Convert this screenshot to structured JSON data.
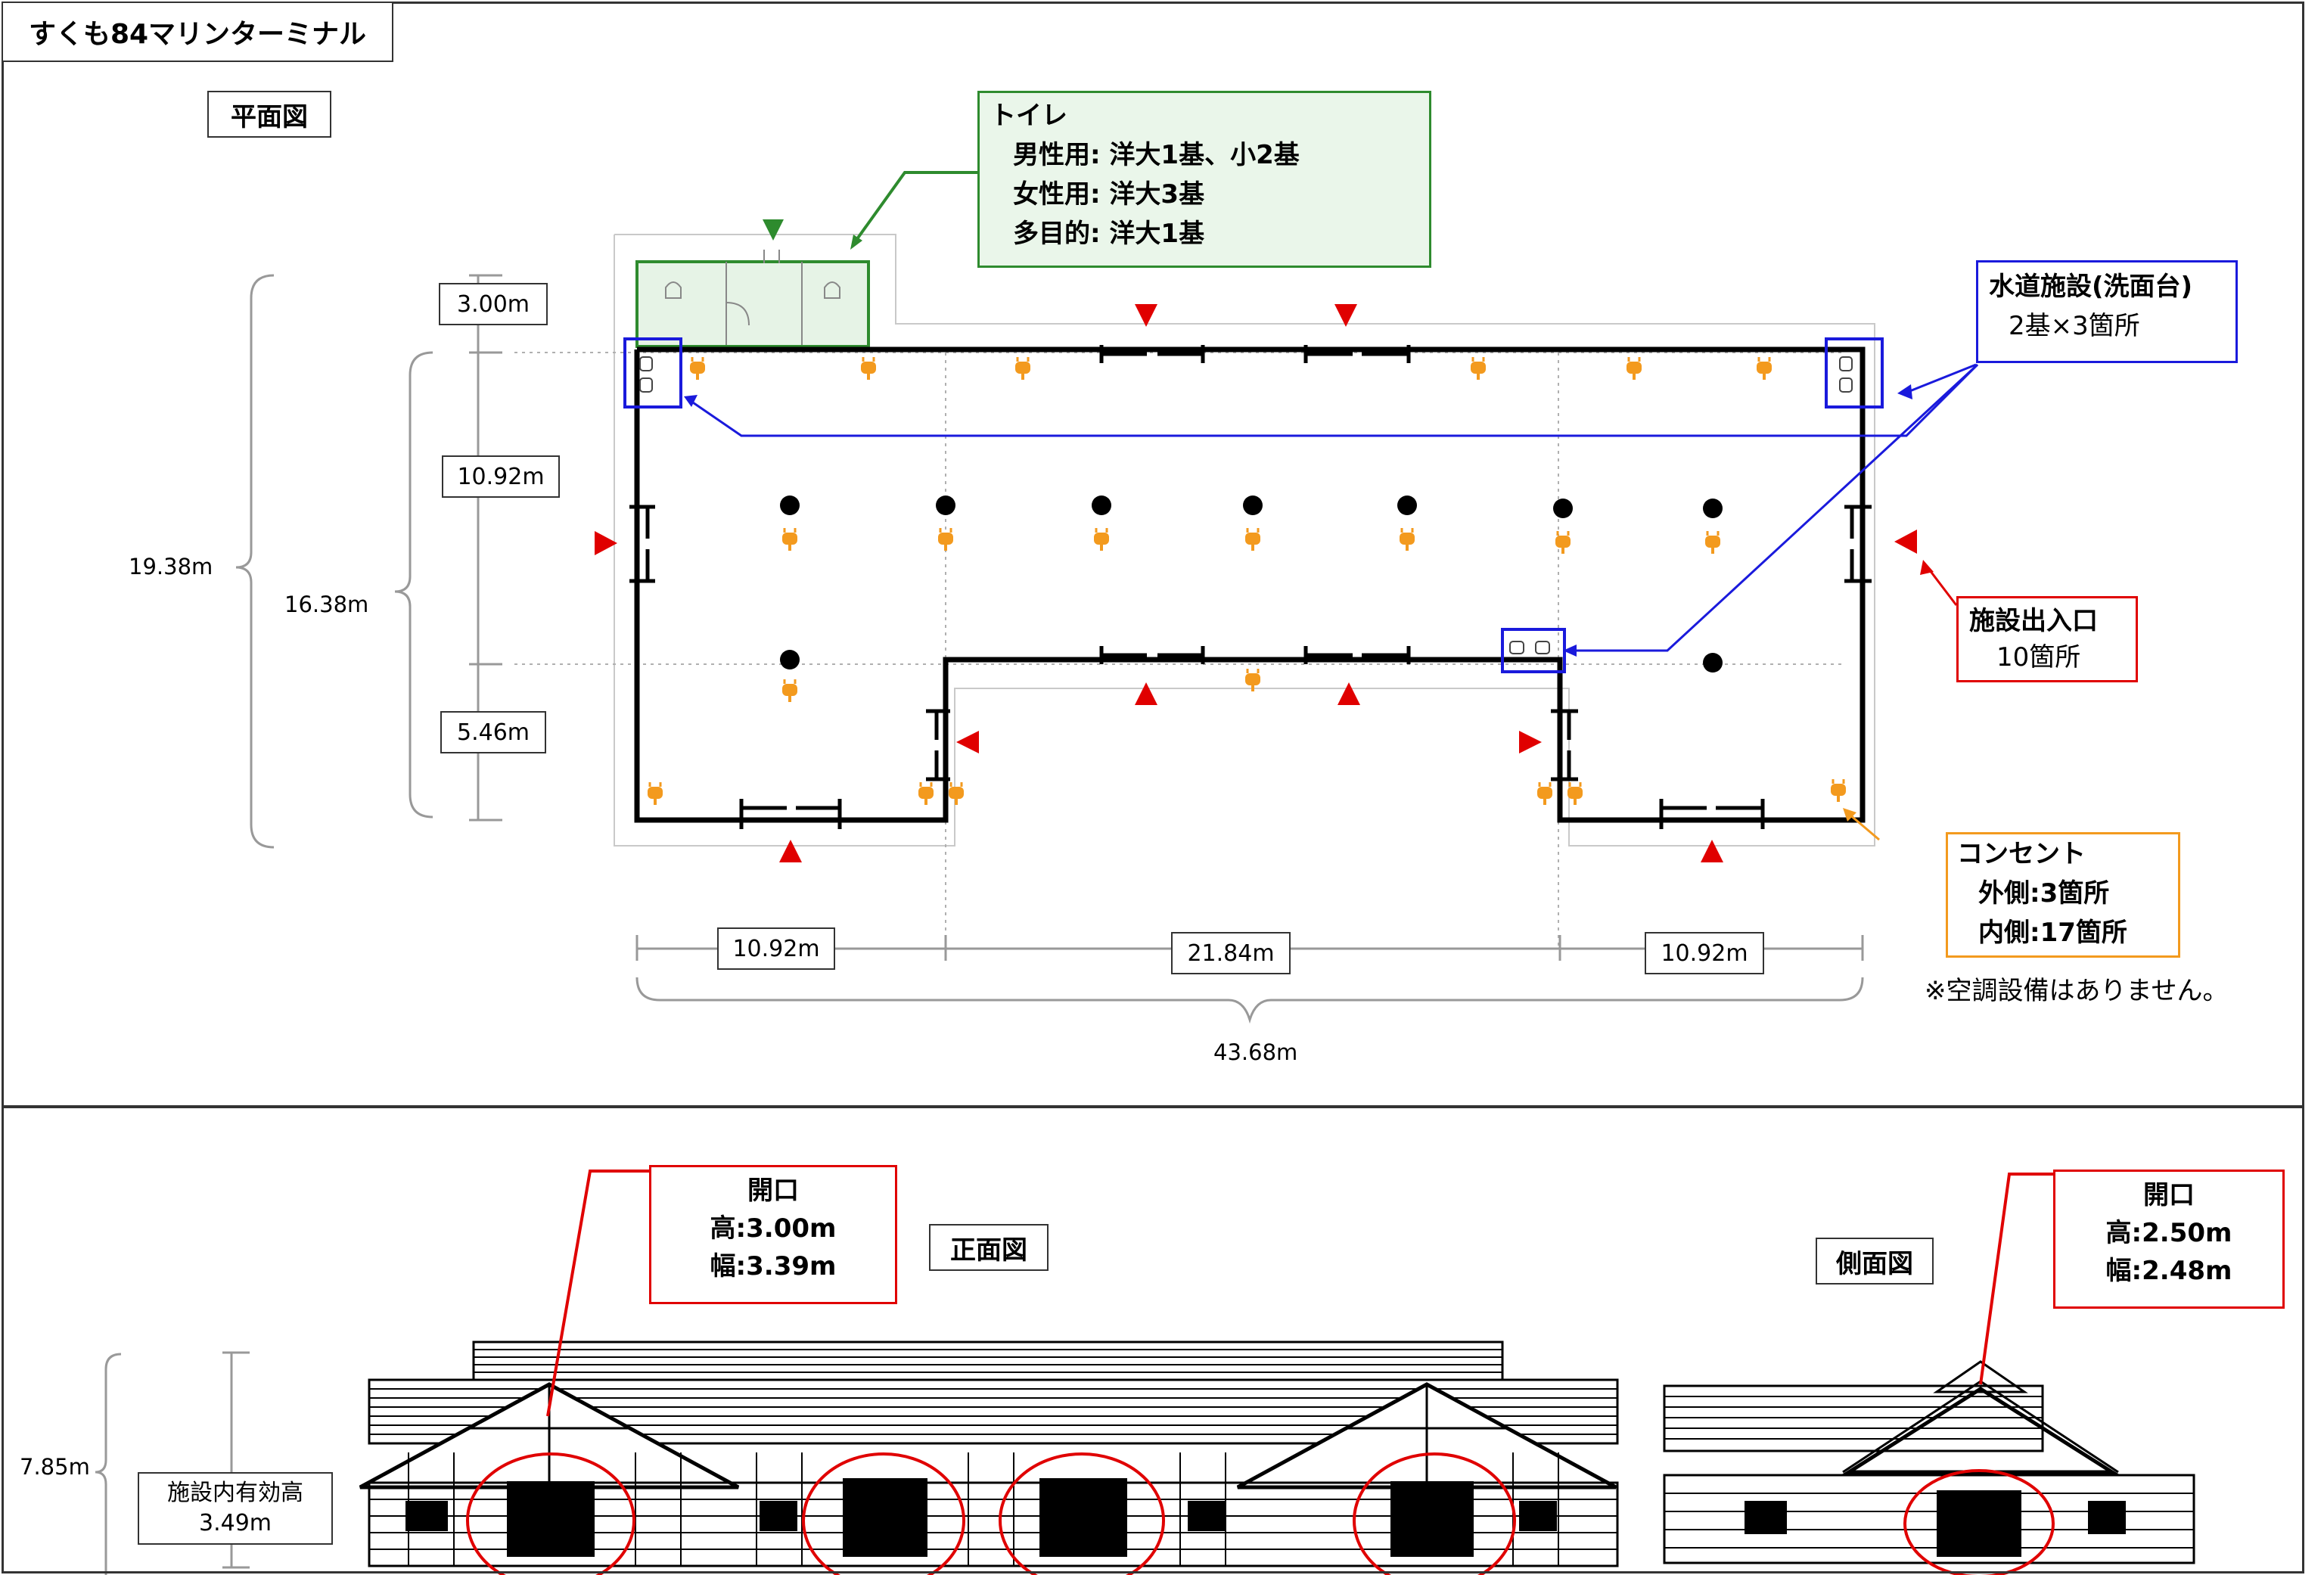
{
  "title": "すくも84マリンターミナル",
  "plan": {
    "heading": "平面図",
    "dims": {
      "total_depth": "19.38m",
      "inner_depth": "16.38m",
      "toilet_depth": "3.00m",
      "top_depth": "10.92m",
      "bottom_depth": "5.46m",
      "left_width": "10.92m",
      "center_width": "21.84m",
      "right_width": "10.92m",
      "total_width": "43.68m"
    },
    "toilet": {
      "title": "トイレ",
      "lines": [
        "男性用: 洋大1基、小2基",
        "女性用: 洋大3基",
        "多目的: 洋大1基"
      ]
    },
    "water": {
      "title": "水道施設(洗面台)",
      "detail": "2基×3箇所"
    },
    "entrance": {
      "title": "施設出入口",
      "detail": "10箇所"
    },
    "outlet": {
      "title": "コンセント",
      "lines": [
        "外側:3箇所",
        "内側:17箇所"
      ]
    },
    "note": "※空調設備はありません。"
  },
  "front": {
    "heading": "正面図",
    "opening": {
      "title": "開口",
      "lines": [
        "高:3.00m",
        "幅:3.39m"
      ]
    },
    "height": "7.85m",
    "effective_label": "施設内有効高",
    "effective_value": "3.49m"
  },
  "side": {
    "heading": "側面図",
    "opening": {
      "title": "開口",
      "lines": [
        "高:2.50m",
        "幅:2.48m"
      ]
    }
  },
  "colors": {
    "toilet": "#2e8b2e",
    "water": "#1a1adc",
    "entrance": "#e00000",
    "outlet": "#f39a1e"
  }
}
